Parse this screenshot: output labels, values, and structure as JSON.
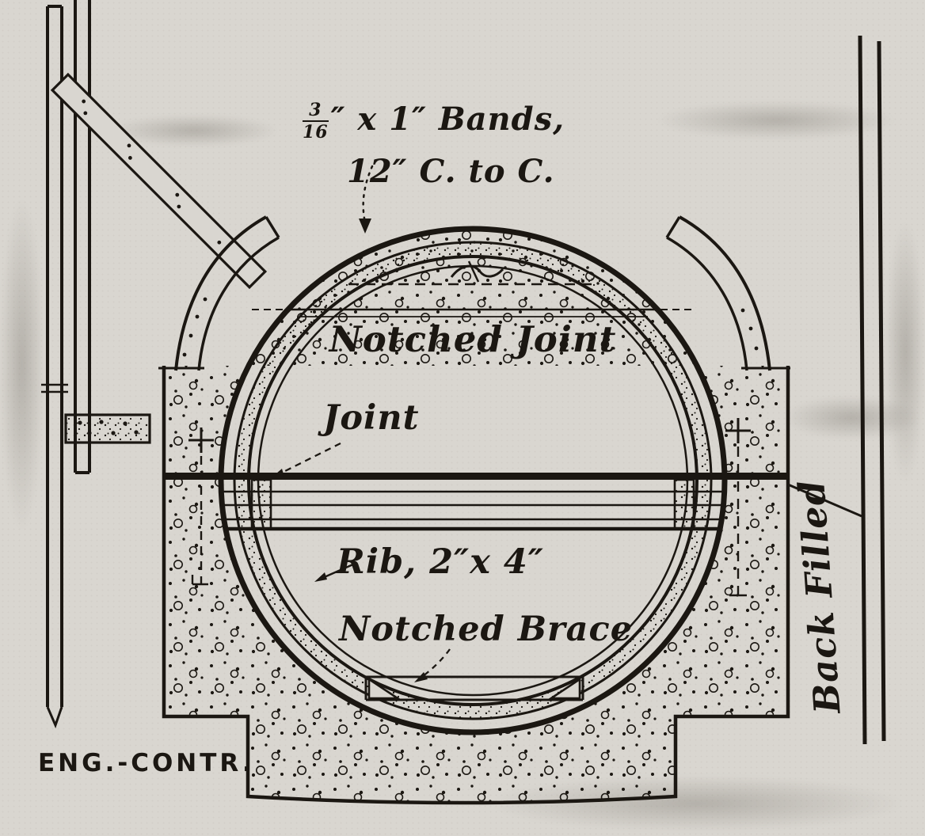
{
  "colors": {
    "paper": "#d9d6d0",
    "ink": "#1b1712"
  },
  "labels": {
    "bands": {
      "fraction_numerator": "3",
      "fraction_denominator": "16",
      "after_fraction": "″ x 1″ Bands,",
      "line2": "12″ C. to C."
    },
    "notched_joint": "Notched Joint",
    "joint": "Joint",
    "rib": "Rib, 2″x 4″",
    "notched_brace": "Notched Brace",
    "back_filled": "Back Filled",
    "credit": "ENG.-CONTR."
  }
}
